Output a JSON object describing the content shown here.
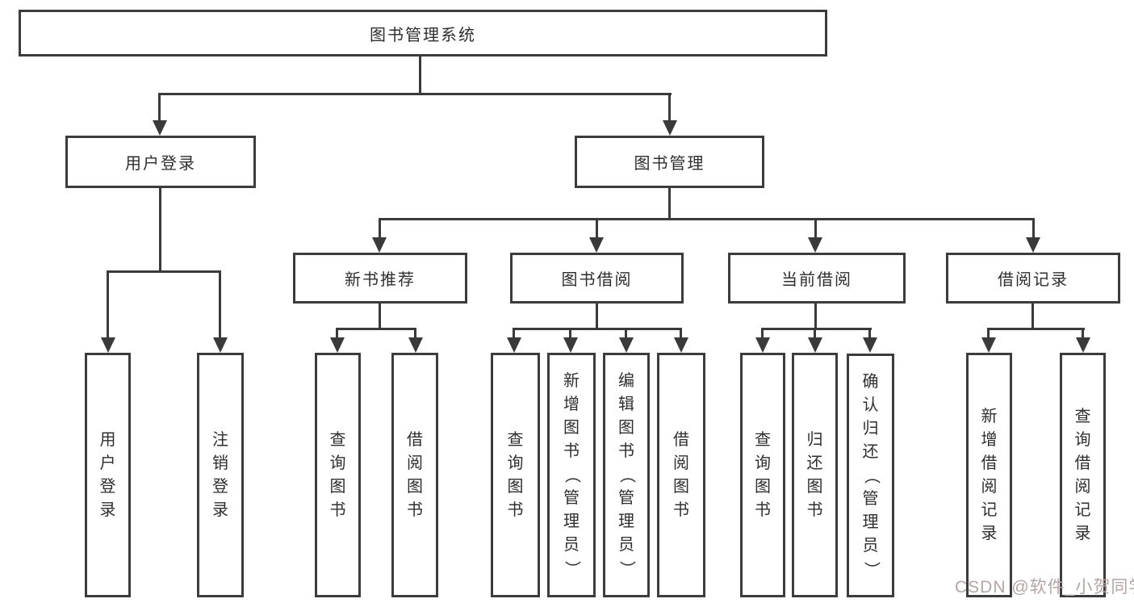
{
  "colors": {
    "line": "#3a3a3a",
    "text": "#2e2e2e",
    "box_background": "#ffffff",
    "watermark": "#b7a4a4"
  },
  "tree": {
    "root": {
      "label": "图书管理系统"
    },
    "branches": [
      {
        "label": "用户登录",
        "children": [
          {
            "label": "用户登录"
          },
          {
            "label": "注销登录"
          }
        ]
      },
      {
        "label": "图书管理",
        "children": [
          {
            "label": "新书推荐",
            "children": [
              {
                "label": "查询图书"
              },
              {
                "label": "借阅图书"
              }
            ]
          },
          {
            "label": "图书借阅",
            "children": [
              {
                "label": "查询图书"
              },
              {
                "label": "新增图书（管理员）"
              },
              {
                "label": "编辑图书（管理员）"
              },
              {
                "label": "借阅图书"
              }
            ]
          },
          {
            "label": "当前借阅",
            "children": [
              {
                "label": "查询图书"
              },
              {
                "label": "归还图书"
              },
              {
                "label": "确认归还（管理员）"
              }
            ]
          },
          {
            "label": "借阅记录",
            "children": [
              {
                "label": "新增借阅记录"
              },
              {
                "label": "查询借阅记录"
              }
            ]
          }
        ]
      }
    ]
  },
  "watermark": {
    "text": "CSDN @软件_小贺同学"
  }
}
